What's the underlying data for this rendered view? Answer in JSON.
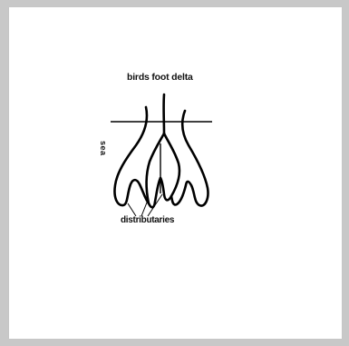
{
  "diagram": {
    "title": "birds foot delta",
    "sea_label": "sea",
    "distributaries_label": "distributaries",
    "stroke_color": "#000000",
    "background_color": "#ffffff",
    "margin_color": "#c8c8c8"
  }
}
